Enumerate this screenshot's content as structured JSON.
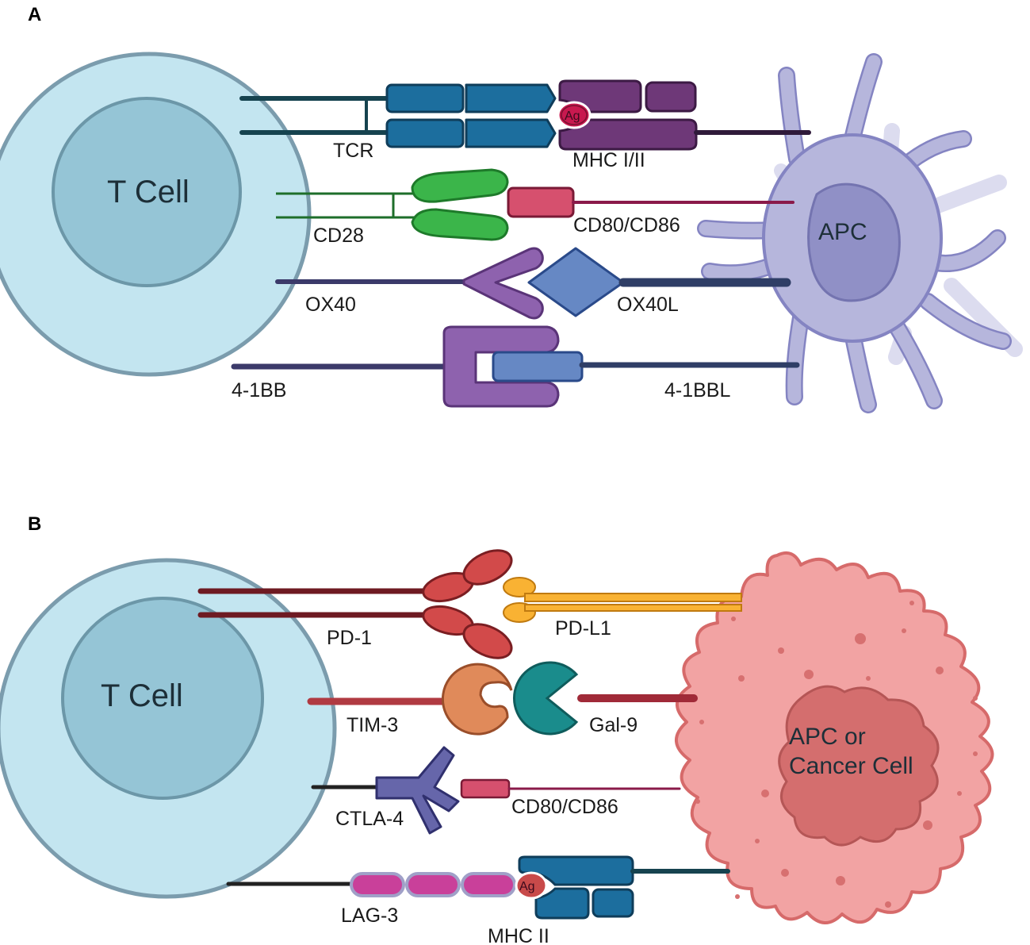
{
  "panels": {
    "a": {
      "letter": "A",
      "t_cell": "T Cell",
      "apc": "APC",
      "ag": "Ag",
      "labels": {
        "tcr": "TCR",
        "mhc": "MHC I/II",
        "cd28": "CD28",
        "cd80_cd86": "CD80/CD86",
        "ox40": "OX40",
        "ox40l": "OX40L",
        "four_1bb": "4-1BB",
        "four_1bbl": "4-1BBL"
      }
    },
    "b": {
      "letter": "B",
      "t_cell": "T Cell",
      "target_line1": "APC or",
      "target_line2": "Cancer Cell",
      "ag": "Ag",
      "labels": {
        "pd1": "PD-1",
        "pdl1": "PD-L1",
        "tim3": "TIM-3",
        "gal9": "Gal-9",
        "ctla4": "CTLA-4",
        "cd80_cd86": "CD80/CD86",
        "lag3": "LAG-3",
        "mhc2": "MHC II"
      }
    }
  },
  "colors": {
    "t_cell_outer": "#c3e5f0",
    "t_cell_inner": "#95c5d6",
    "apc_body": "#b6b6dc",
    "apc_nucleus": "#9090c6",
    "cancer_body": "#f2a3a3",
    "cancer_nucleus": "#d46e6e",
    "tcr": "#1c6e9e",
    "mhc": "#6e3878",
    "cd28": "#3bb54a",
    "cd80": "#d6506e",
    "ox40": "#8e62ae",
    "ox40l": "#6688c4",
    "pd1": "#d24a4a",
    "pdl1": "#f9b233",
    "tim3": "#e08a5a",
    "gal9": "#1a8c8c",
    "ctla4": "#6666aa",
    "lag3": "#c9409a"
  }
}
